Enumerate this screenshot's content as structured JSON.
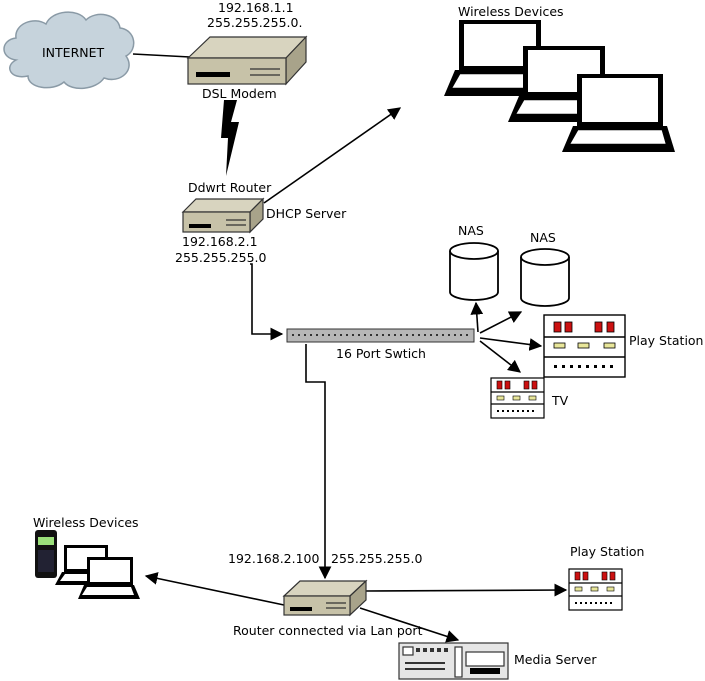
{
  "labels": {
    "internet": "INTERNET",
    "modem_ip": "192.168.1.1",
    "modem_mask": "255.255.255.0.",
    "modem_name": "DSL Modem",
    "wireless_top": "Wireless Devices",
    "router_name": "Ddwrt Router",
    "dhcp": "DHCP Server",
    "router_ip": "192.168.2.1",
    "router_mask": "255.255.255.0",
    "nas1": "NAS",
    "nas2": "NAS",
    "playstation_top": "Play Station",
    "switch_name": "16 Port Swtich",
    "tv": "TV",
    "wireless_bottom": "Wireless Devices",
    "router2_ip": "192.168.2.100",
    "router2_mask": "255.255.255.0",
    "playstation_bottom": "Play Station",
    "router2_name": "Router connected via Lan port",
    "media_server": "Media Server"
  },
  "colors": {
    "device_top": "#d8d4bf",
    "device_front": "#c7c2a8",
    "device_side": "#a8a38a",
    "cloud": "#c6d3dc",
    "switch": "#b7b7b7",
    "red_light": "#cc1111",
    "yellow_light": "#e8e69a"
  }
}
